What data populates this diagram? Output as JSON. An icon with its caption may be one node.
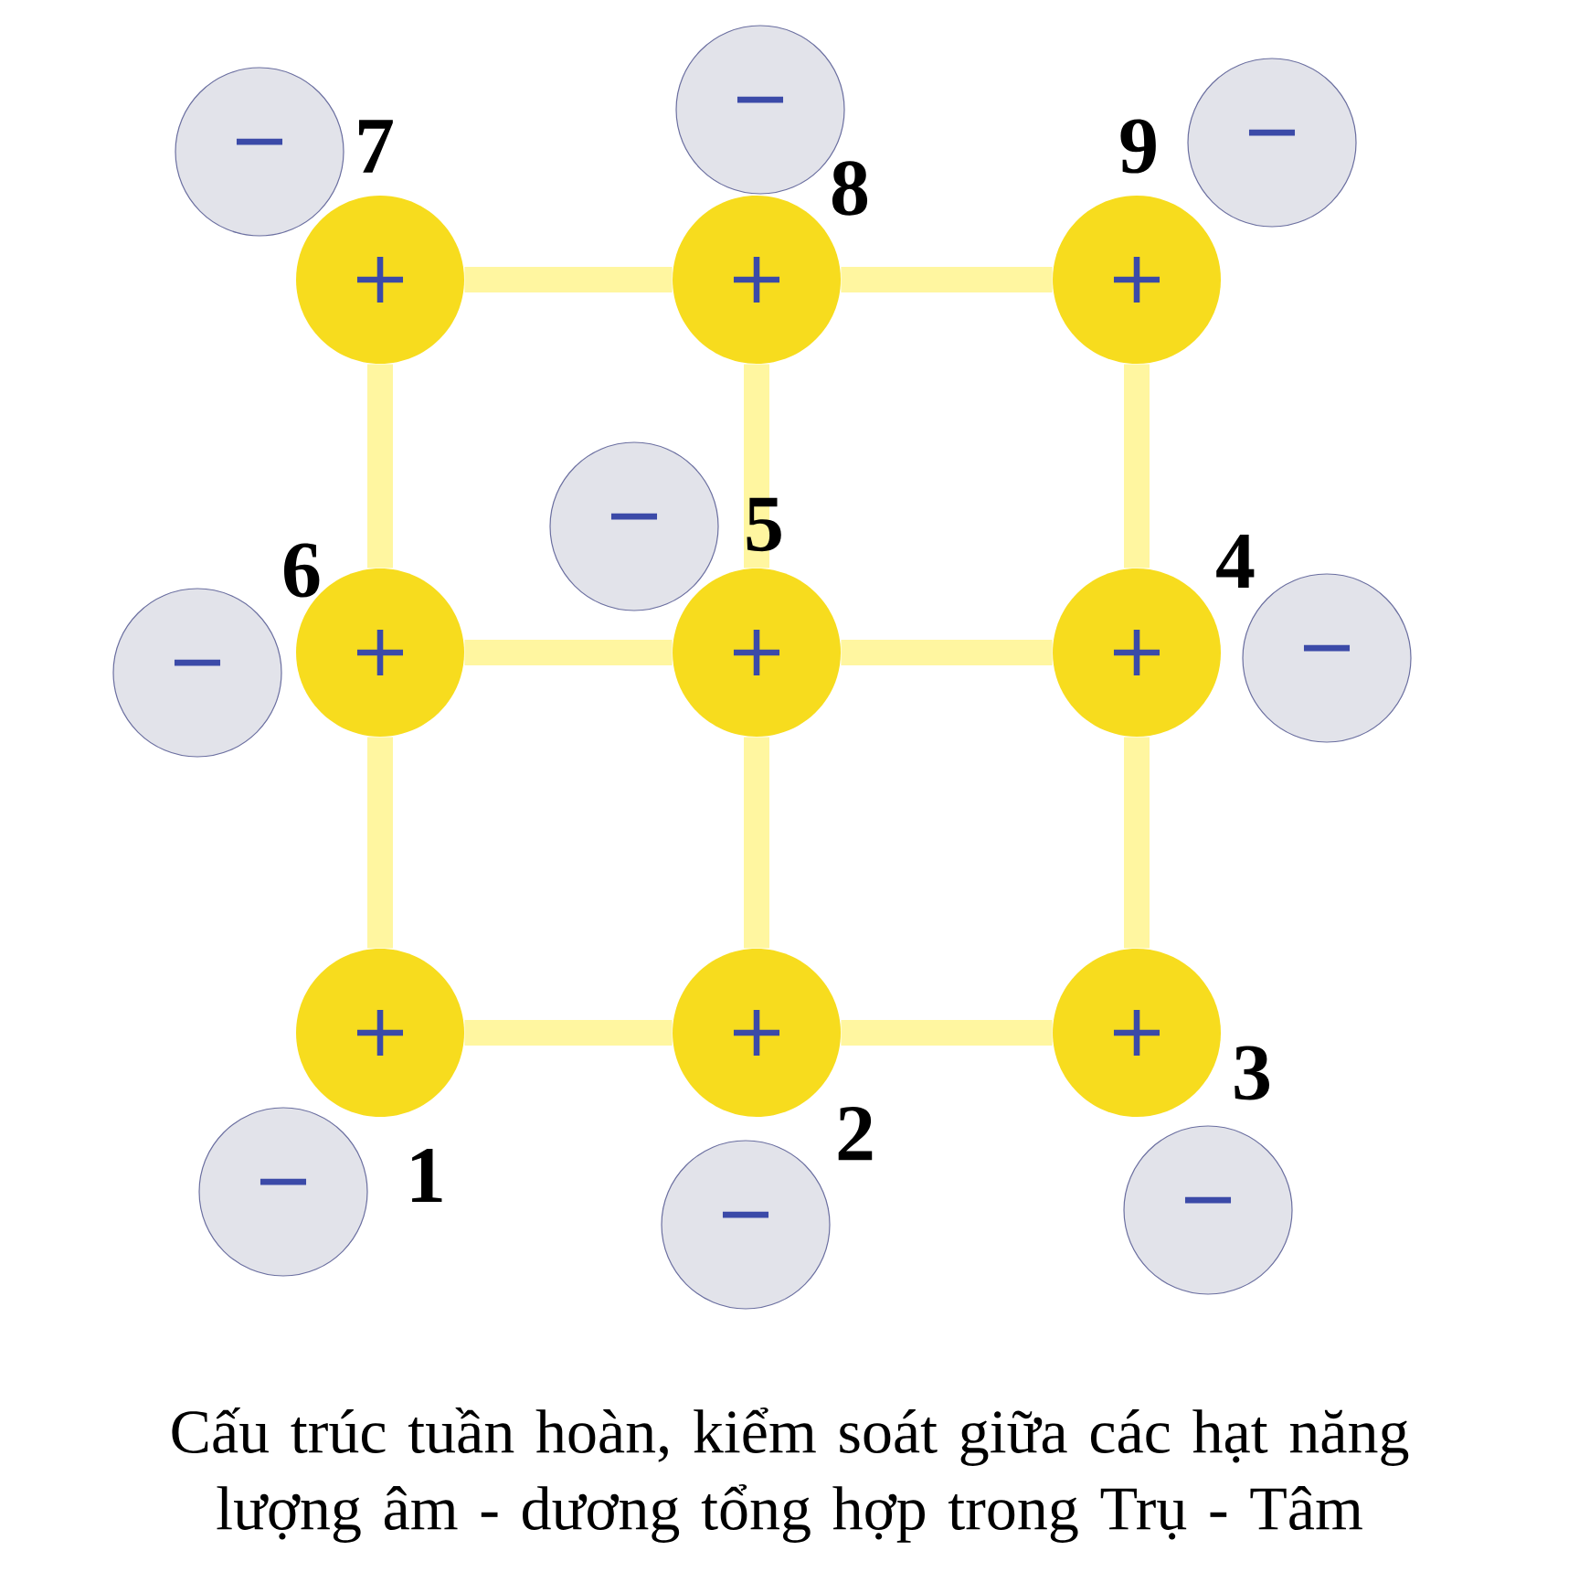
{
  "diagram": {
    "caption": "Cấu trúc tuần hoàn, kiểm soát giữa các hạt năng lượng âm - dương tổng hợp trong Trụ - Tâm",
    "nodes": [
      {
        "text": [
          "+"
        ],
        "beside": [
          "7"
        ]
      },
      {
        "text": [
          "+"
        ],
        "beside": [
          "8"
        ]
      },
      {
        "text": [
          "+"
        ],
        "beside": [
          "9"
        ]
      },
      {
        "text": [
          "+"
        ],
        "beside": [
          "6"
        ]
      },
      {
        "text": [
          "+"
        ],
        "beside": [
          "5"
        ]
      },
      {
        "text": [
          "+"
        ],
        "beside": [
          "4"
        ]
      },
      {
        "text": [
          "+"
        ],
        "beside": [
          "1"
        ]
      },
      {
        "text": [
          "+"
        ],
        "beside": [
          "2"
        ]
      },
      {
        "text": [
          "+"
        ],
        "beside": [
          "3"
        ]
      },
      {
        "text": [
          "−"
        ]
      },
      {
        "text": [
          "−"
        ]
      },
      {
        "text": [
          "−"
        ]
      },
      {
        "text": [
          "−"
        ]
      },
      {
        "text": [
          "−"
        ]
      },
      {
        "text": [
          "−"
        ]
      },
      {
        "text": [
          "−"
        ]
      },
      {
        "text": [
          "−"
        ]
      },
      {
        "text": [
          "−"
        ]
      }
    ],
    "edges": [
      {
        "from": 0,
        "to": 1,
        "arrow": "none"
      },
      {
        "from": 1,
        "to": 2,
        "arrow": "none"
      },
      {
        "from": 0,
        "to": 3,
        "arrow": "none"
      },
      {
        "from": 1,
        "to": 4,
        "arrow": "none"
      },
      {
        "from": 2,
        "to": 5,
        "arrow": "none"
      },
      {
        "from": 3,
        "to": 4,
        "arrow": "none"
      },
      {
        "from": 4,
        "to": 5,
        "arrow": "none"
      },
      {
        "from": 3,
        "to": 6,
        "arrow": "none"
      },
      {
        "from": 4,
        "to": 7,
        "arrow": "none"
      },
      {
        "from": 5,
        "to": 8,
        "arrow": "none"
      },
      {
        "from": 6,
        "to": 7,
        "arrow": "none"
      },
      {
        "from": 7,
        "to": 8,
        "arrow": "none"
      }
    ]
  }
}
